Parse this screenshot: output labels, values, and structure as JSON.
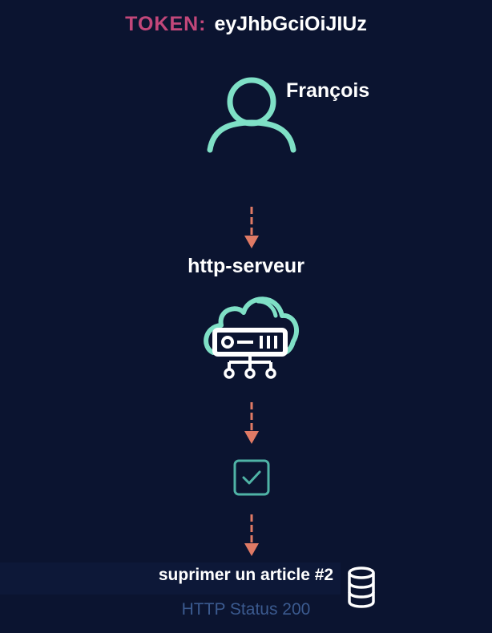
{
  "token": {
    "label": "TOKEN:",
    "value": "eyJhbGciOiJIUz"
  },
  "user": {
    "name": "François",
    "icon": "user-icon"
  },
  "server": {
    "label": "http-serveur",
    "icon": "cloud-server-icon"
  },
  "check": {
    "icon": "checkbox-checked-icon"
  },
  "action": {
    "label": "suprimer un article #2",
    "icon": "database-icon"
  },
  "status": {
    "text": "HTTP Status 200"
  },
  "colors": {
    "background": "#0b1430",
    "token_label": "#c2477a",
    "icon_teal": "#7fe0c6",
    "arrow": "#e07a65",
    "status_text": "#3b5a8f"
  }
}
